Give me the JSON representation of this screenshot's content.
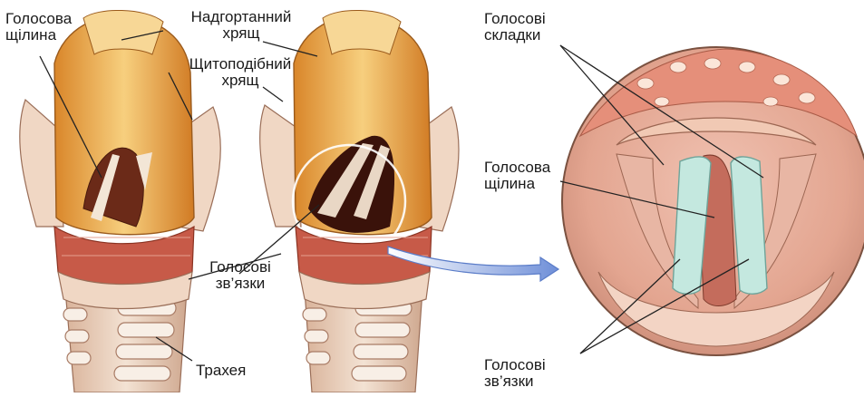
{
  "labels": {
    "glottis_left": [
      "Голосова",
      "щілина"
    ],
    "epiglottis": [
      "Надгортанний",
      "хрящ"
    ],
    "thyroid": [
      "Щитоподібний",
      "хрящ"
    ],
    "cords_middle": [
      "Голосові",
      "зв’язки"
    ],
    "trachea": "Трахея",
    "folds_right": [
      "Голосові",
      "складки"
    ],
    "glottis_right": [
      "Голосова",
      "щілина"
    ],
    "cords_right": [
      "Голосові",
      "зв’язки"
    ]
  },
  "colors": {
    "cartilage": "#e8a43c",
    "cartilage_light": "#f6d48a",
    "muscle": "#c8594a",
    "tissue_pink": "#e9b6a6",
    "cord": "#bfe4dc",
    "arrow": "#6f8fd8",
    "line": "#222222"
  }
}
